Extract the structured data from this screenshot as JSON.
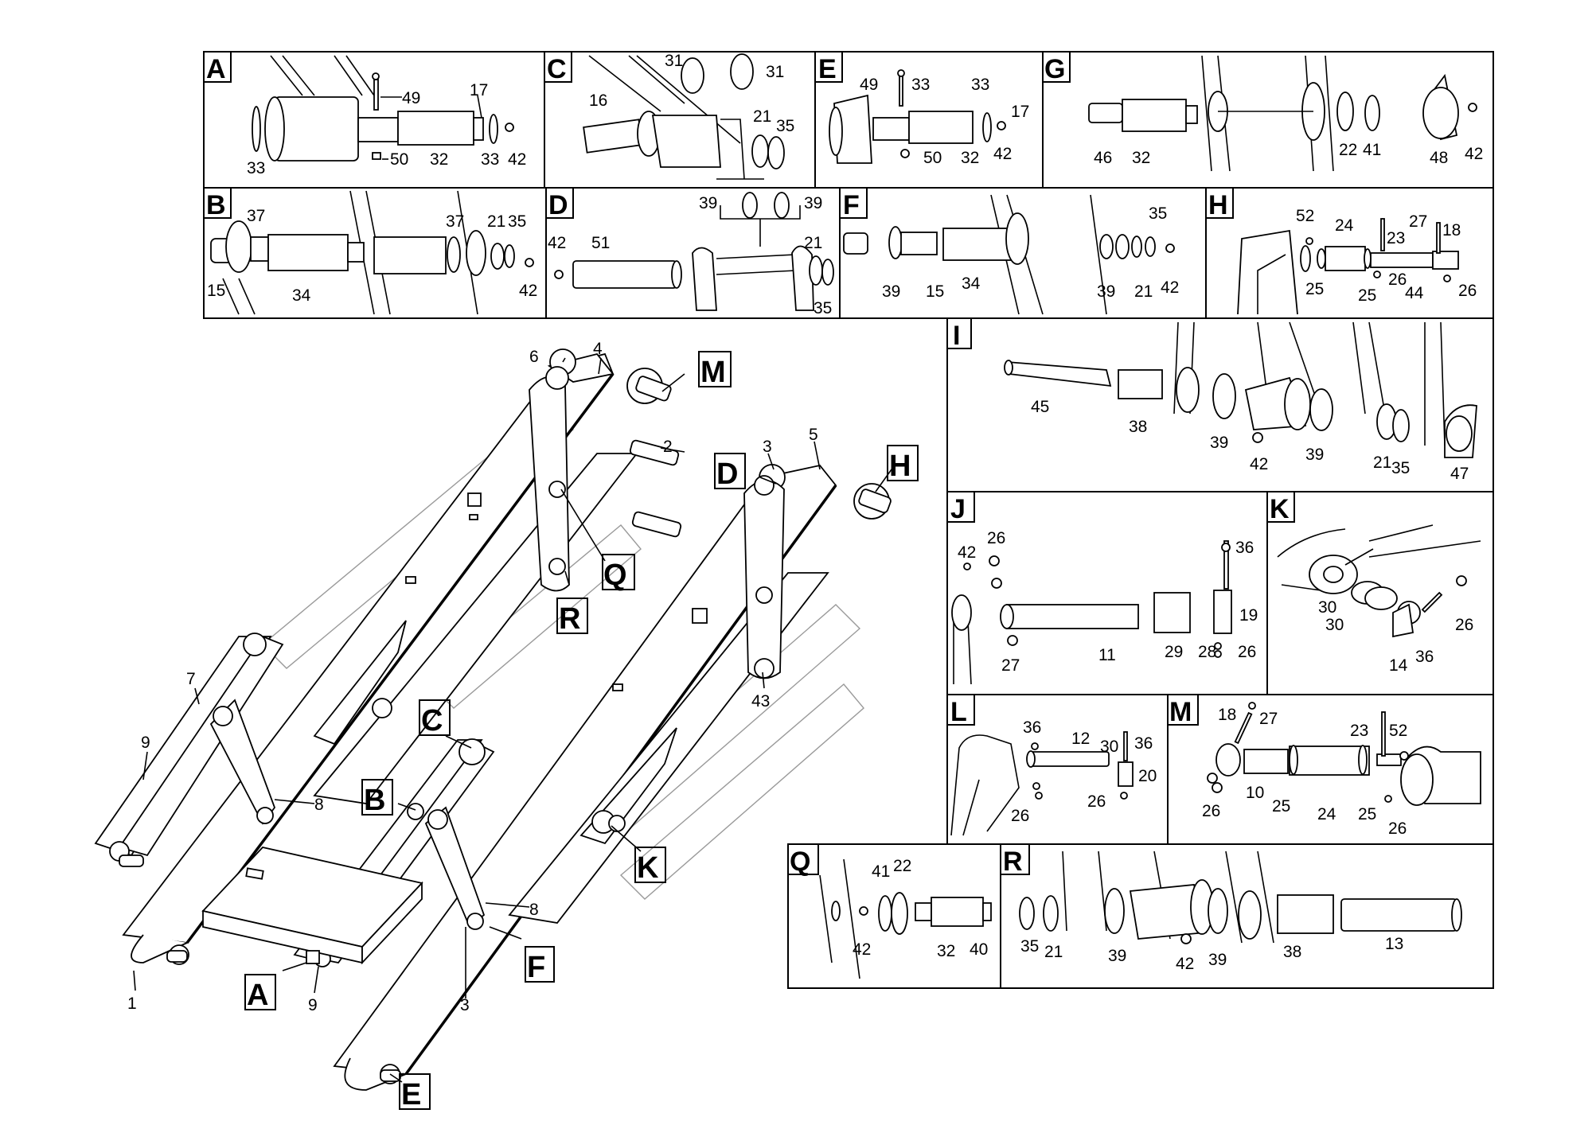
{
  "panels": [
    {
      "id": "A",
      "numbers": [
        "49",
        "17",
        "33",
        "50",
        "32",
        "33",
        "42"
      ]
    },
    {
      "id": "C",
      "numbers": [
        "31",
        "31",
        "16",
        "21",
        "35"
      ]
    },
    {
      "id": "E",
      "numbers": [
        "49",
        "33",
        "33",
        "17",
        "50",
        "32",
        "42"
      ]
    },
    {
      "id": "G",
      "numbers": [
        "46",
        "32",
        "22",
        "41",
        "48",
        "42"
      ]
    },
    {
      "id": "B",
      "numbers": [
        "37",
        "37",
        "21",
        "35",
        "15",
        "34",
        "42"
      ]
    },
    {
      "id": "D",
      "numbers": [
        "39",
        "39",
        "42",
        "51",
        "21",
        "35"
      ]
    },
    {
      "id": "F",
      "numbers": [
        "35",
        "39",
        "15",
        "34",
        "39",
        "21",
        "42"
      ]
    },
    {
      "id": "H",
      "numbers": [
        "52",
        "24",
        "27",
        "18",
        "23",
        "25",
        "26",
        "25",
        "44",
        "26"
      ]
    },
    {
      "id": "I",
      "numbers": [
        "45",
        "38",
        "39",
        "42",
        "39",
        "21",
        "35",
        "47"
      ]
    },
    {
      "id": "J",
      "numbers": [
        "26",
        "42",
        "36",
        "19",
        "27",
        "11",
        "29",
        "28",
        "26"
      ]
    },
    {
      "id": "K",
      "numbers": [
        "30",
        "30",
        "26",
        "14",
        "36"
      ]
    },
    {
      "id": "L",
      "numbers": [
        "36",
        "12",
        "30",
        "36",
        "20",
        "26",
        "26"
      ]
    },
    {
      "id": "M",
      "numbers": [
        "18",
        "27",
        "23",
        "52",
        "26",
        "10",
        "25",
        "24",
        "25",
        "26"
      ]
    },
    {
      "id": "Q",
      "numbers": [
        "41",
        "22",
        "42",
        "32",
        "40"
      ]
    },
    {
      "id": "R",
      "numbers": [
        "35",
        "21",
        "39",
        "42",
        "39",
        "38",
        "13"
      ]
    }
  ],
  "main_view": {
    "callouts": [
      "M",
      "D",
      "H",
      "Q",
      "R",
      "C",
      "B",
      "K",
      "F",
      "A",
      "E"
    ],
    "part_numbers": [
      "6",
      "4",
      "2",
      "3",
      "5",
      "7",
      "9",
      "8",
      "43",
      "8",
      "1",
      "9",
      "3"
    ]
  }
}
